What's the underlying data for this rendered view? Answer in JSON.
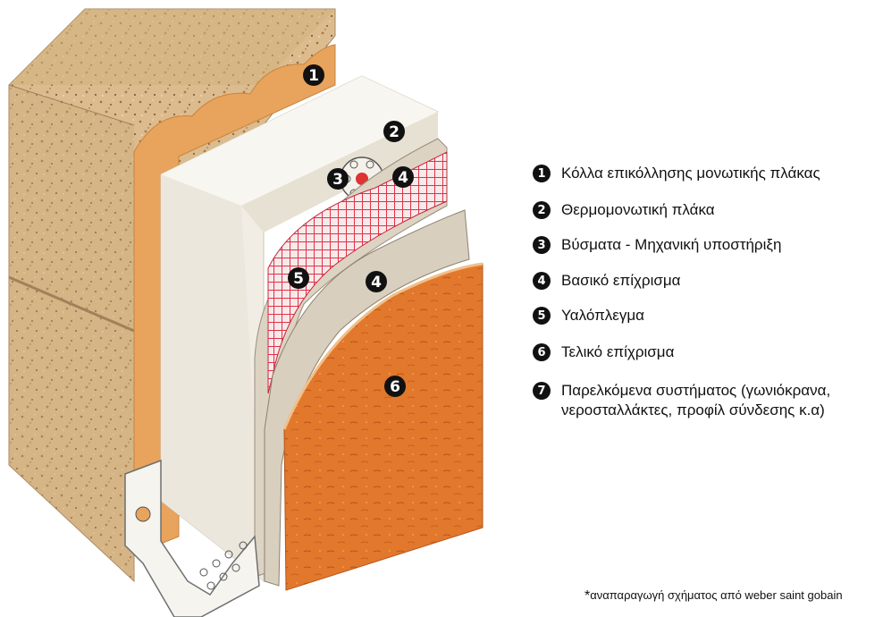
{
  "diagram": {
    "markers": {
      "m1": "1",
      "m2": "2",
      "m3": "3",
      "m4a": "4",
      "m4b": "4",
      "m5": "5",
      "m6": "6"
    }
  },
  "legend": [
    {
      "number": "1",
      "text": "Κόλλα επικόλλησης μονωτικής πλάκας"
    },
    {
      "number": "2",
      "text": "Θερμομονωτική πλάκα"
    },
    {
      "number": "3",
      "text": "Βύσματα - Μηχανική υποστήριξη"
    },
    {
      "number": "4",
      "text": "Βασικό επίχρισμα"
    },
    {
      "number": "5",
      "text": "Υαλόπλεγμα"
    },
    {
      "number": "6",
      "text": "Τελικό επίχρισμα"
    },
    {
      "number": "7",
      "text_line1": "Παρελκόμενα συστήματος (γωνιόκρανα,",
      "text_line2": "νεροσταλλάκτες, προφίλ σύνδεσης κ.α)"
    }
  ],
  "footnote": {
    "star": "*",
    "text": "αναπαραγωγή σχήματος από weber saint gobain"
  },
  "colors": {
    "wall": "#d9b98a",
    "adhesive": "#e8a35c",
    "insulation": "#f4f1ea",
    "mesh": "#e23a4c",
    "base_coat": "#d8cfc0",
    "finish_coat": "#e27a2e"
  }
}
